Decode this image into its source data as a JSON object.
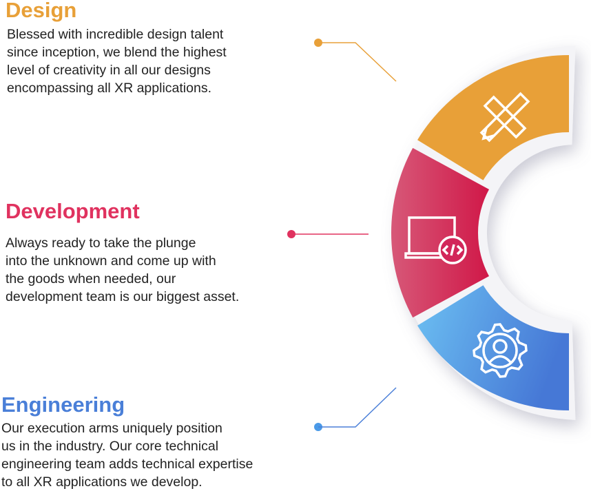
{
  "sections": [
    {
      "title": "Design",
      "text": "Blessed with incredible design talent\nsince inception, we blend the highest\nlevel of creativity in all our designs\nencompassing all XR applications.",
      "color": "#E8A038"
    },
    {
      "title": "Development",
      "text": "Always ready to take the plunge\ninto the unknown and come up with\nthe goods when needed, our\ndevelopment team is our biggest asset.",
      "color": "#E0325F"
    },
    {
      "title": "Engineering",
      "text": "Our execution arms uniquely position\nus in the industry. Our core technical\nengineering team adds technical expertise\nto all XR applications we develop.",
      "color": "#4A7FD8"
    }
  ]
}
